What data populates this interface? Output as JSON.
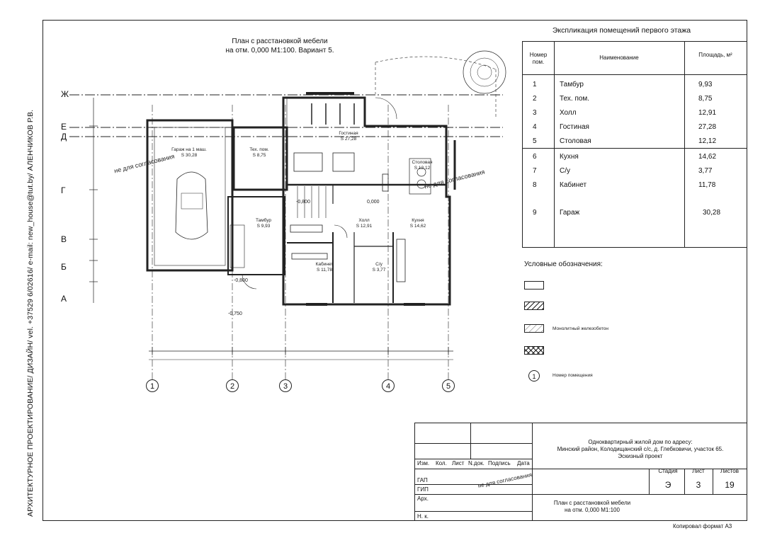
{
  "side_caption": "АРХИТЕКТУРНОЕ ПРОЕКТИРОВАНИЕ/ ДИЗАЙН/ vel. +37529 6/02616/ e-mail: new_house@tut.by/ АЛЕНЧИКОВ Р.В.",
  "plan": {
    "title_line1": "План с расстановкой мебели",
    "title_line2": "на отм. 0,000 М1:100. Вариант 5.",
    "axes_letters": [
      "Ж",
      "Е",
      "Д",
      "Г",
      "В",
      "Б",
      "А"
    ],
    "axes_numbers": [
      "1",
      "2",
      "3",
      "4",
      "5"
    ],
    "stamp_text": "не для согласования",
    "levels": [
      "-0,800",
      "-0,750",
      "-0,800",
      "0,000"
    ],
    "rooms": [
      {
        "name": "Гараж на 1 маш.",
        "area": "S 30,28"
      },
      {
        "name": "Тех. пом.",
        "area": "S 8,75"
      },
      {
        "name": "Гостиная",
        "area": "S 27,28"
      },
      {
        "name": "Столовая",
        "area": "S 12,12"
      },
      {
        "name": "Тамбур",
        "area": "S 9,93"
      },
      {
        "name": "Холл",
        "area": "S 12,91"
      },
      {
        "name": "Кухня",
        "area": "S 14,62"
      },
      {
        "name": "Кабинет",
        "area": "S 11,78"
      },
      {
        "name": "С/у",
        "area": "S 3,77"
      }
    ]
  },
  "explication": {
    "title": "Экспликация помещений первого этажа",
    "headers": {
      "num": "Номер пом.",
      "name": "Наименование",
      "area": "Площадь, м²"
    },
    "rows": [
      {
        "num": "1",
        "name": "Тамбур",
        "area": "9,93"
      },
      {
        "num": "2",
        "name": "Тех. пом.",
        "area": "8,75"
      },
      {
        "num": "3",
        "name": "Холл",
        "area": "12,91"
      },
      {
        "num": "4",
        "name": "Гостиная",
        "area": "27,28"
      },
      {
        "num": "5",
        "name": "Столовая",
        "area": "12,12"
      },
      {
        "num": "6",
        "name": "Кухня",
        "area": "14,62"
      },
      {
        "num": "7",
        "name": "С/у",
        "area": "3,77"
      },
      {
        "num": "8",
        "name": "Кабинет",
        "area": "11,78"
      },
      {
        "num": "9",
        "name": "Гараж",
        "area": "30,28"
      }
    ]
  },
  "legend": {
    "title": "Условные обозначения:",
    "items": [
      "Монолитный железобетон",
      "Номер помещения"
    ],
    "circle_label": "1"
  },
  "title_block": {
    "project_line1": "Одноквартирный жилой дом по адресу:",
    "project_line2": "Минский район, Колодищанский с/с, д. Глебковичи, участок 65.",
    "project_line3": "Эскизный проект",
    "header_cols": [
      "Изм.",
      "Кол.",
      "Лист",
      "N.док.",
      "Подпись",
      "Дата"
    ],
    "roles": [
      "ГАП",
      "ГИП",
      "Арх.",
      "Н. к."
    ],
    "stage_label": "Стадия",
    "sheet_label": "Лист",
    "sheets_label": "Листов",
    "stage": "Э",
    "sheet": "3",
    "sheets": "19",
    "sheet_title_line1": "План с расстановкой мебели",
    "sheet_title_line2": "на отм. 0,000 М1:100",
    "stamp_text": "не для согласования"
  },
  "format_text": "Копировал формат А3"
}
